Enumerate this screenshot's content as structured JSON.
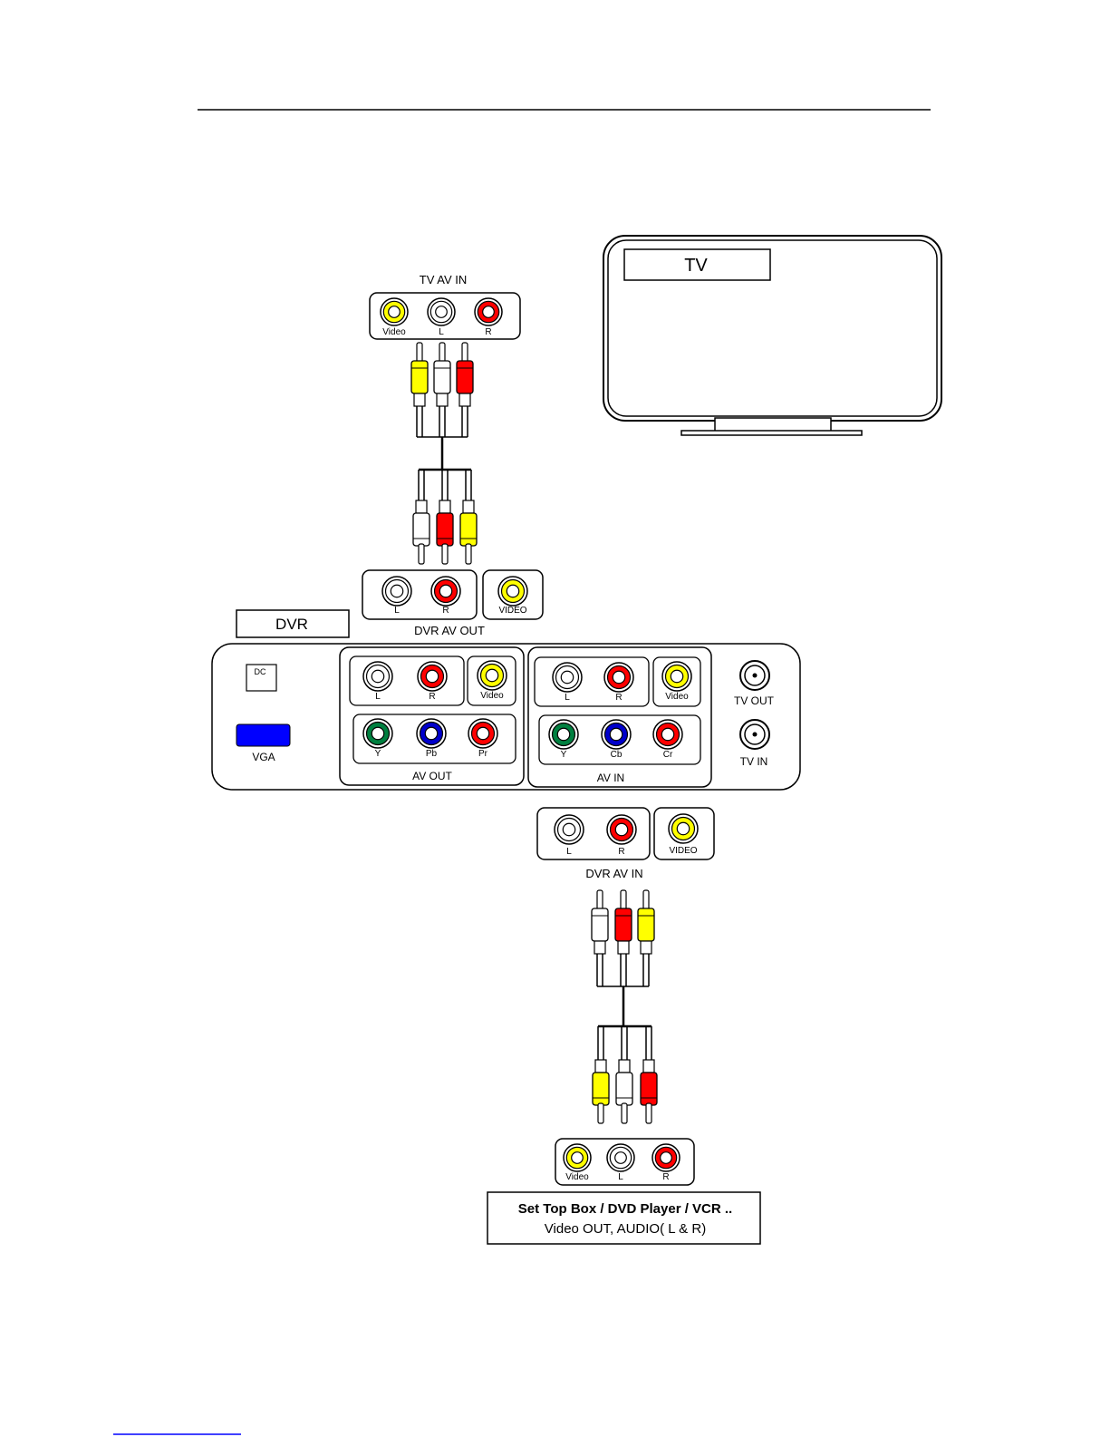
{
  "colors": {
    "yellow": "#ffff00",
    "white": "#ffffff",
    "red": "#ff0000",
    "green": "#008040",
    "blue": "#0000cc",
    "vga_blue": "#0000ff",
    "outline": "#000000"
  },
  "tv": {
    "label": "TV"
  },
  "tv_av_in": {
    "title": "TV AV IN",
    "jacks": [
      {
        "label": "Video",
        "color": "yellow"
      },
      {
        "label": "L",
        "color": "white"
      },
      {
        "label": "R",
        "color": "red"
      }
    ]
  },
  "dvr_av_out": {
    "title": "DVR AV OUT",
    "audio_jacks": [
      {
        "label": "L",
        "color": "white"
      },
      {
        "label": "R",
        "color": "red"
      }
    ],
    "video_jack": {
      "label": "VIDEO",
      "color": "yellow"
    }
  },
  "dvr": {
    "label": "DVR",
    "dc_label": "DC",
    "vga_label": "VGA",
    "av_out": {
      "title": "AV OUT",
      "audio": [
        {
          "label": "L",
          "color": "white"
        },
        {
          "label": "R",
          "color": "red"
        }
      ],
      "video": {
        "label": "Video",
        "color": "yellow"
      },
      "component": [
        {
          "label": "Y",
          "color": "green"
        },
        {
          "label": "Pb",
          "color": "blue"
        },
        {
          "label": "Pr",
          "color": "red"
        }
      ]
    },
    "av_in": {
      "title": "AV IN",
      "audio": [
        {
          "label": "L",
          "color": "white"
        },
        {
          "label": "R",
          "color": "red"
        }
      ],
      "video": {
        "label": "Video",
        "color": "yellow"
      },
      "component": [
        {
          "label": "Y",
          "color": "green"
        },
        {
          "label": "Cb",
          "color": "blue"
        },
        {
          "label": "Cr",
          "color": "red"
        }
      ]
    },
    "tv_out_label": "TV OUT",
    "tv_in_label": "TV IN"
  },
  "dvr_av_in": {
    "title": "DVR AV IN",
    "audio_jacks": [
      {
        "label": "L",
        "color": "white"
      },
      {
        "label": "R",
        "color": "red"
      }
    ],
    "video_jack": {
      "label": "VIDEO",
      "color": "yellow"
    }
  },
  "source_panel": {
    "jacks": [
      {
        "label": "Video",
        "color": "yellow"
      },
      {
        "label": "L",
        "color": "white"
      },
      {
        "label": "R",
        "color": "red"
      }
    ]
  },
  "source_device": {
    "title": "Set Top Box / DVD Player / VCR ..",
    "subtitle": "Video OUT, AUDIO( L & R)"
  },
  "cables": {
    "upper": {
      "top_plugs": [
        "yellow",
        "white",
        "red"
      ],
      "bottom_plugs": [
        "white",
        "red",
        "yellow"
      ]
    },
    "lower": {
      "top_plugs": [
        "white",
        "red",
        "yellow"
      ],
      "bottom_plugs": [
        "yellow",
        "white",
        "red"
      ]
    }
  }
}
